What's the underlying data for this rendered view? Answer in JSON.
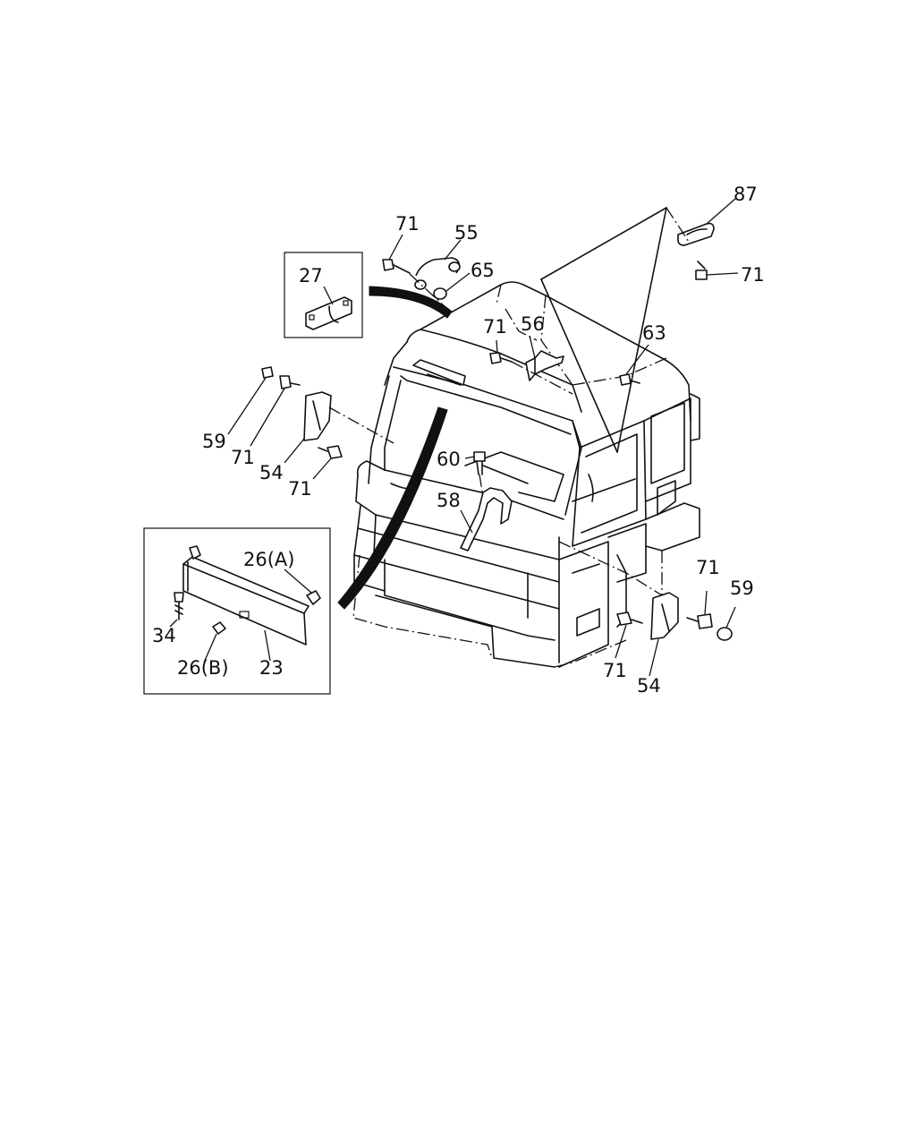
{
  "diagram": {
    "callouts": {
      "c87": "87",
      "c71_top_right": "71",
      "c71_top": "71",
      "c55": "55",
      "c65": "65",
      "c27": "27",
      "c71_mid": "71",
      "c56": "56",
      "c63": "63",
      "c59_left": "59",
      "c71_left": "71",
      "c54_left": "54",
      "c71_left_lower": "71",
      "c60": "60",
      "c58": "58",
      "c26a": "26(A)",
      "c34": "34",
      "c26b": "26(B)",
      "c23": "23",
      "c71_right_top": "71",
      "c59_right": "59",
      "c71_right_bottom": "71",
      "c54_right": "54"
    }
  }
}
